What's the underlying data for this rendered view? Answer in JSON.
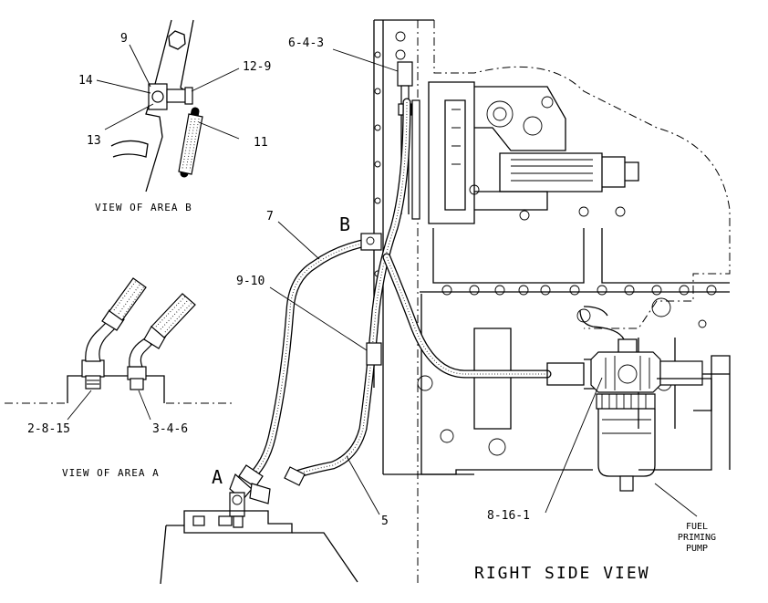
{
  "drawing": {
    "main_caption": "RIGHT SIDE VIEW",
    "area_a_caption": "VIEW OF AREA A",
    "area_b_caption": "VIEW OF AREA B",
    "area_a_marker": "A",
    "area_b_marker": "B",
    "pump_note": [
      "FUEL",
      "PRIMING",
      "PUMP"
    ]
  },
  "callouts": {
    "c9": "9",
    "c14": "14",
    "c13": "13",
    "c12_9": "12-9",
    "c11": "11",
    "c6_4_3": "6-4-3",
    "c7": "7",
    "c9_10": "9-10",
    "c5": "5",
    "c2_8_15": "2-8-15",
    "c3_4_6": "3-4-6",
    "c8_16_1": "8-16-1"
  }
}
